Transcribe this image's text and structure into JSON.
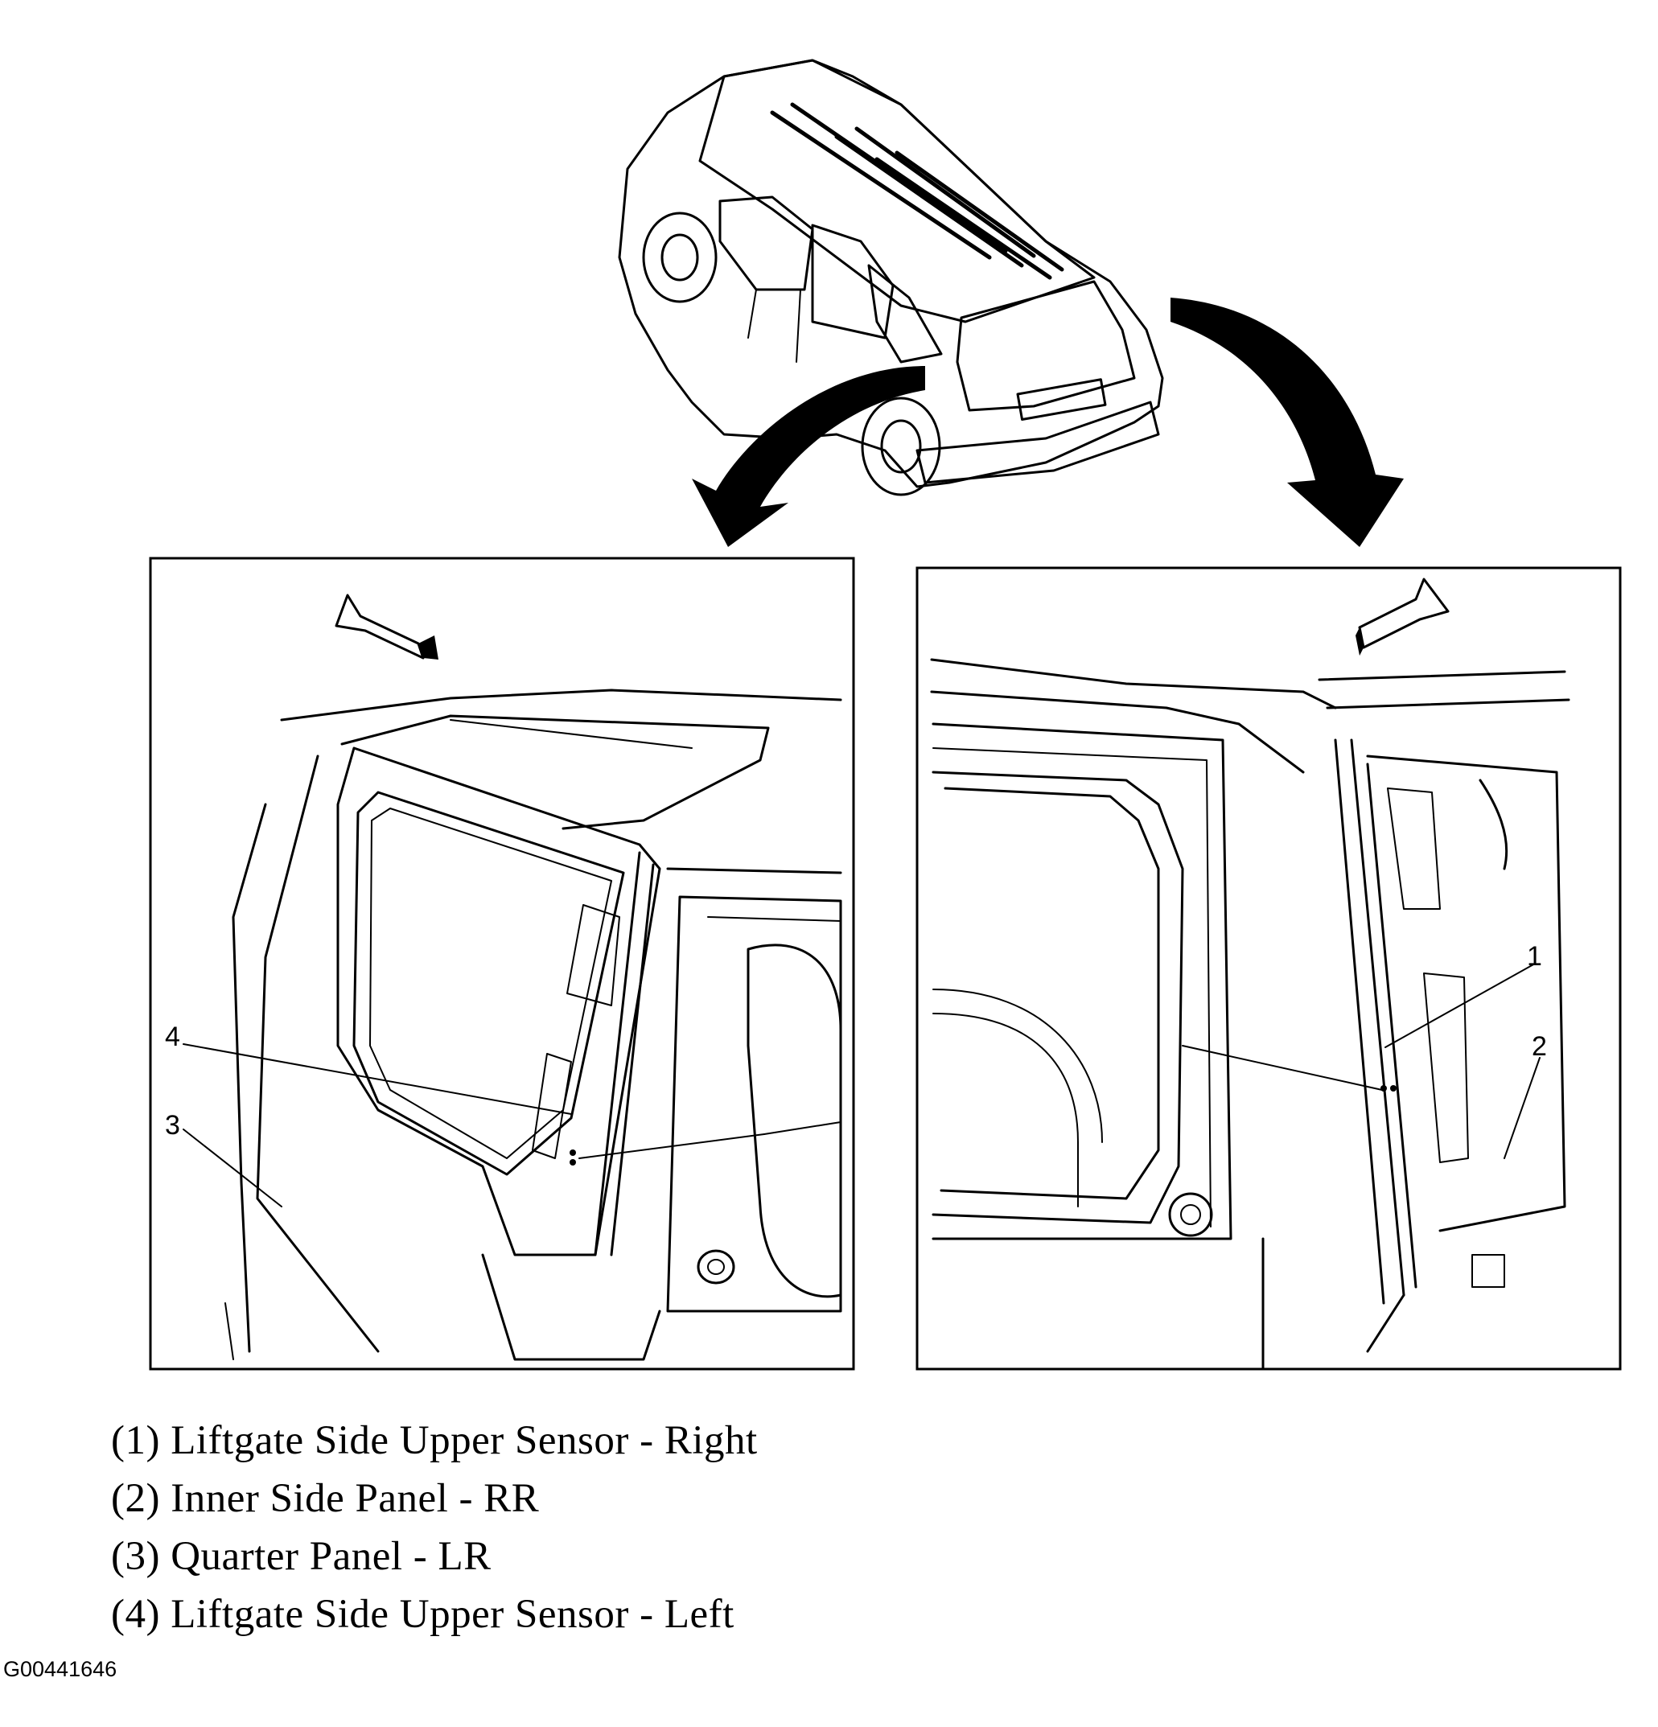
{
  "callouts": {
    "c1": "1",
    "c2": "2",
    "c3": "3",
    "c4": "4"
  },
  "legend": [
    "(1) Liftgate Side Upper Sensor - Right",
    "(2) Inner Side Panel - RR",
    "(3) Quarter Panel - LR",
    "(4) Liftgate Side Upper Sensor - Left"
  ],
  "figure_id": "G00441646"
}
